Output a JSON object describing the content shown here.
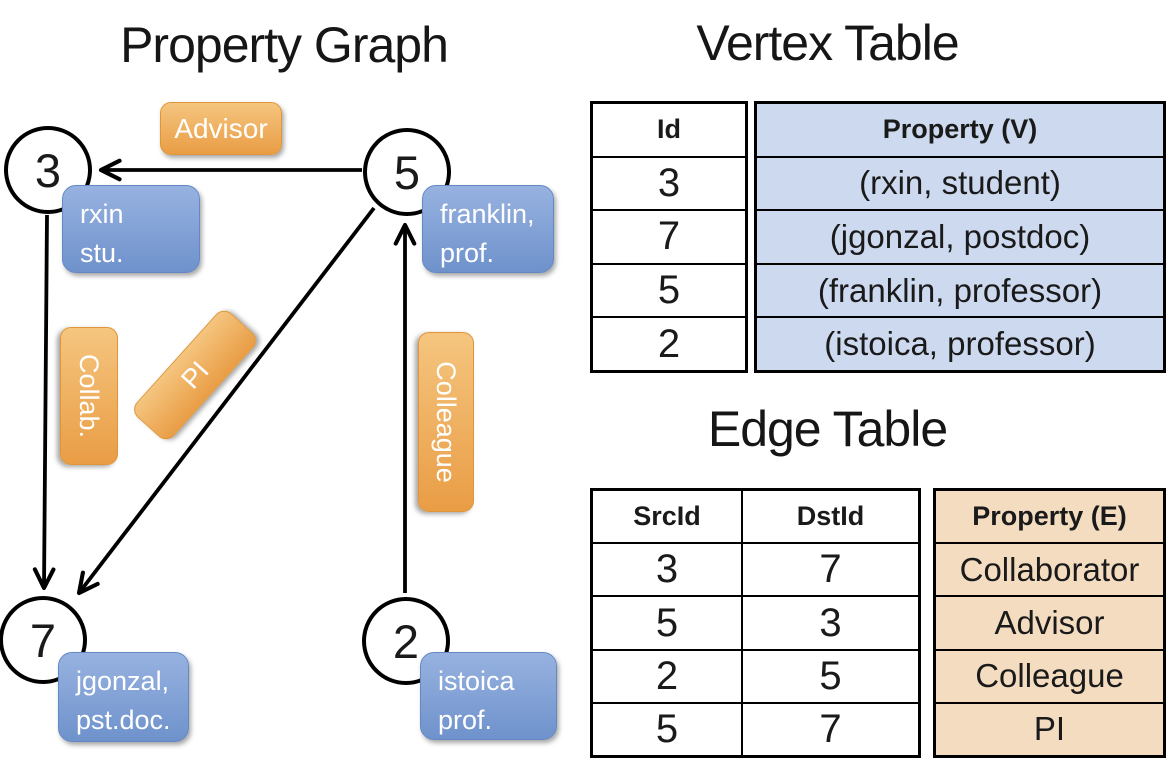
{
  "graph": {
    "title": "Property Graph",
    "nodes": [
      {
        "id": "3",
        "property_lines": [
          "rxin",
          "stu."
        ]
      },
      {
        "id": "5",
        "property_lines": [
          "franklin,",
          "prof."
        ]
      },
      {
        "id": "7",
        "property_lines": [
          "jgonzal,",
          "pst.doc."
        ]
      },
      {
        "id": "2",
        "property_lines": [
          "istoica",
          "prof."
        ]
      }
    ],
    "edges": [
      {
        "label": "Advisor",
        "src": "5",
        "dst": "3"
      },
      {
        "label": "Collab.",
        "src": "3",
        "dst": "7"
      },
      {
        "label": "PI",
        "src": "5",
        "dst": "7"
      },
      {
        "label": "Colleague",
        "src": "2",
        "dst": "5"
      }
    ]
  },
  "vertex_table": {
    "title": "Vertex Table",
    "columns": [
      "Id",
      "Property (V)"
    ],
    "rows": [
      [
        "3",
        "(rxin, student)"
      ],
      [
        "7",
        "(jgonzal, postdoc)"
      ],
      [
        "5",
        "(franklin, professor)"
      ],
      [
        "2",
        "(istoica, professor)"
      ]
    ]
  },
  "edge_table": {
    "title": "Edge Table",
    "columns": [
      "SrcId",
      "DstId",
      "Property (E)"
    ],
    "rows": [
      [
        "3",
        "7",
        "Collaborator"
      ],
      [
        "5",
        "3",
        "Advisor"
      ],
      [
        "2",
        "5",
        "Colleague"
      ],
      [
        "5",
        "7",
        "PI"
      ]
    ]
  },
  "colors": {
    "edge_accent_orange": "#e99d45",
    "vertex_accent_blue": "#7393ce",
    "vertex_table_fill": "#cdd9ef",
    "edge_table_fill": "#f4dcc1"
  }
}
